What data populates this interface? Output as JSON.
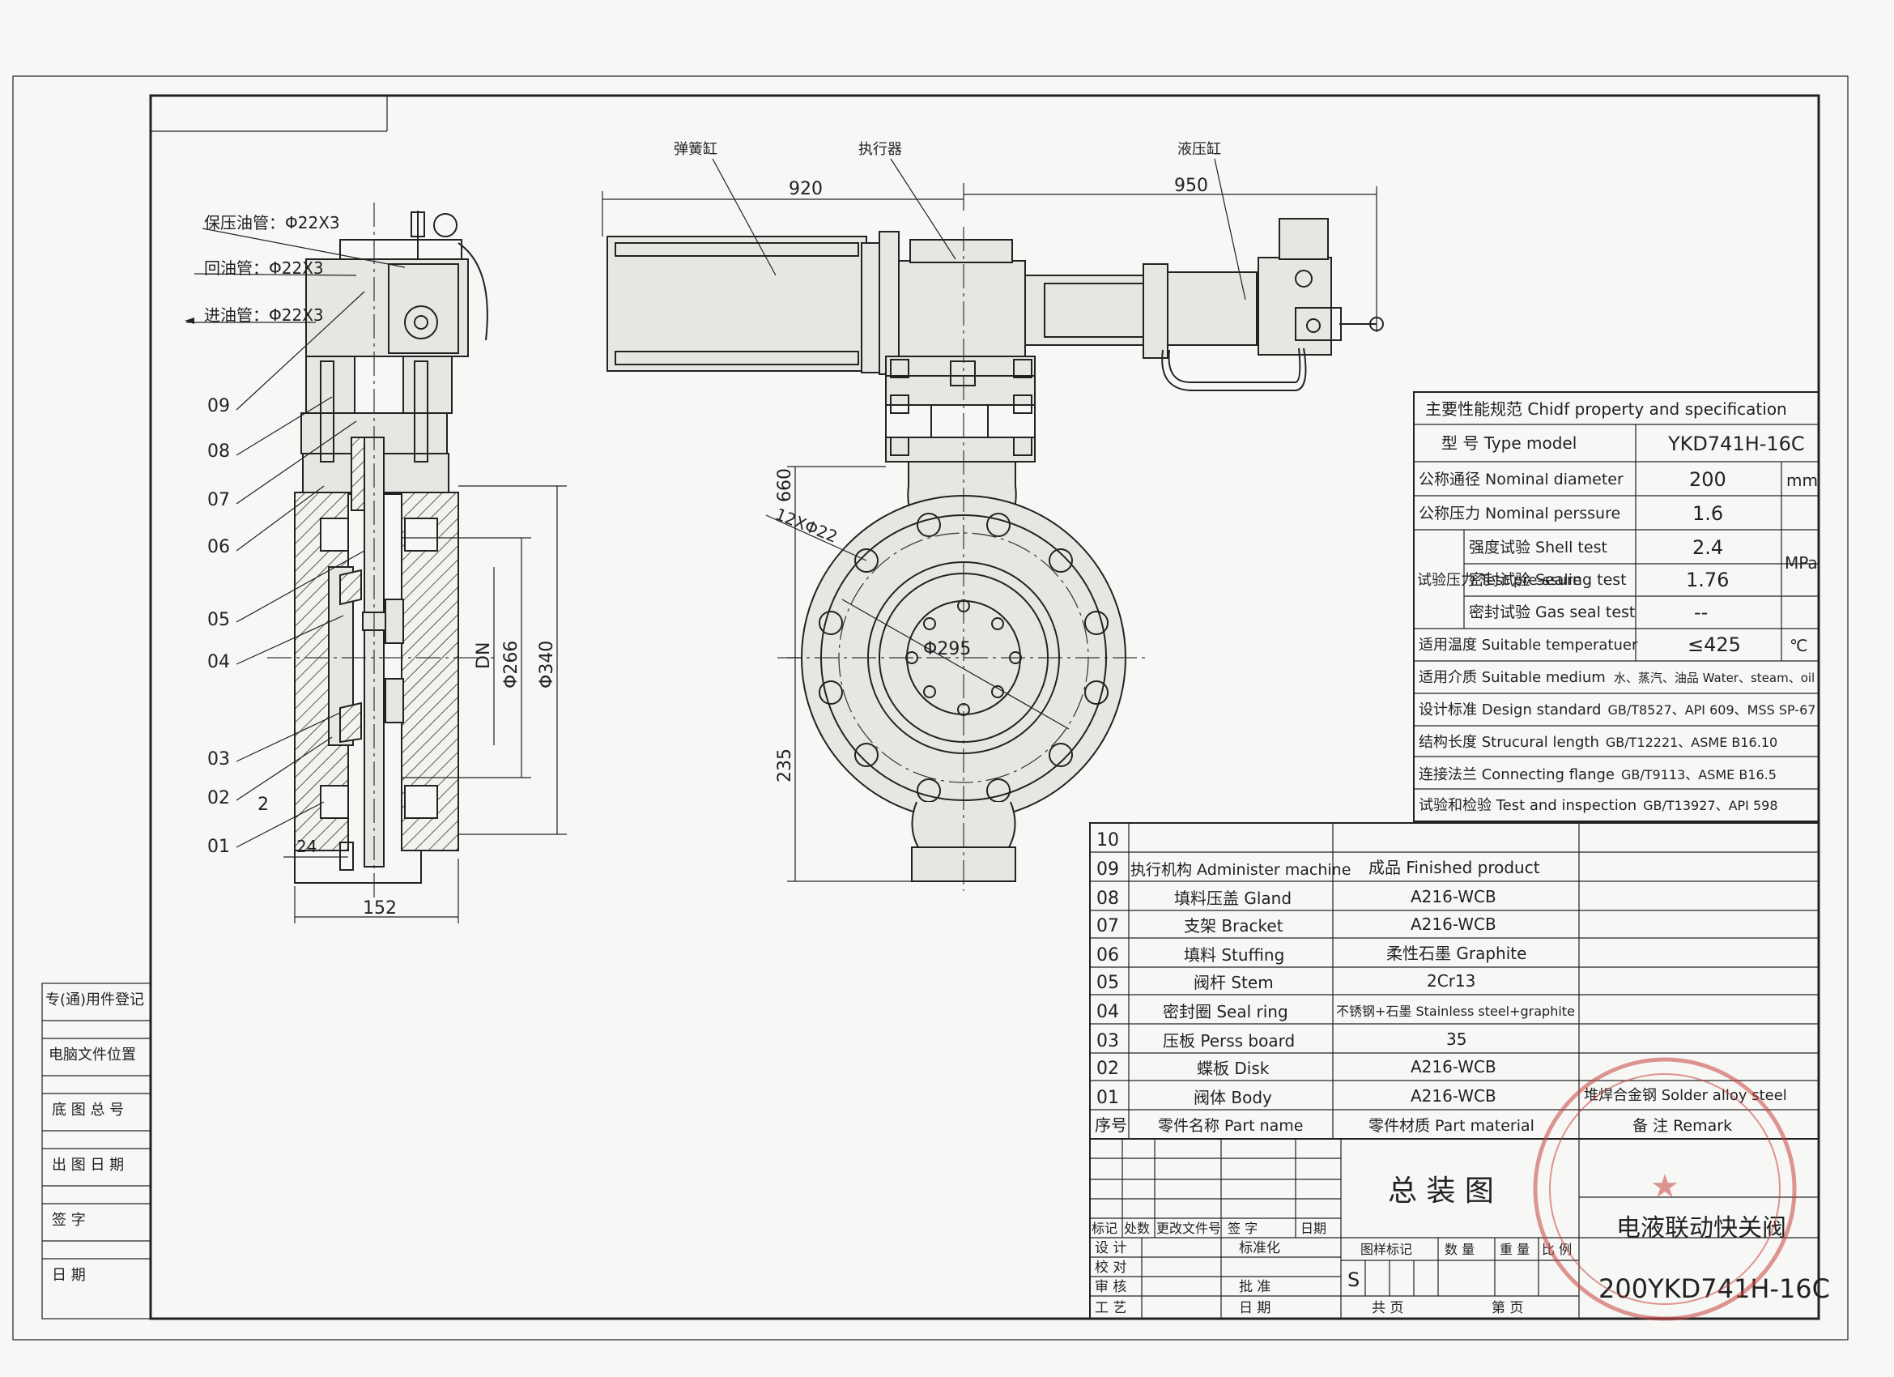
{
  "left_stamps": {
    "items": [
      "专(通)用件登记",
      "电脑文件位置",
      "底 图 总 号",
      "出 图 日 期",
      "签  字",
      "日  期"
    ]
  },
  "left_view": {
    "oil_pipes": [
      "保压油管：Φ22X3",
      "回油管：Φ22X3",
      "进油管：Φ22X3"
    ],
    "part_numbers": [
      "09",
      "08",
      "07",
      "06",
      "05",
      "04",
      "03",
      "02",
      "01"
    ],
    "extra_label": "2",
    "dims": {
      "d340": "Φ340",
      "d266": "Φ266",
      "dn": "DN",
      "w152": "152",
      "w24": "24"
    }
  },
  "front_view": {
    "callouts": {
      "spring": "弹簧缸",
      "actuator": "执行器",
      "hydraulic": "液压缸"
    },
    "dims": {
      "d920": "920",
      "d950": "950",
      "d660": "660",
      "d235": "235",
      "holes": "12XΦ22",
      "pcd": "Φ295"
    }
  },
  "spec": {
    "title": "主要性能规范 Chidf property and specification",
    "type_label": "型 号 Type model",
    "type_value": "YKD741H-16C",
    "rows": [
      {
        "label": "公称通径 Nominal diameter",
        "value": "200",
        "unit": "mm"
      },
      {
        "label": "公称压力 Nominal perssure",
        "value": "1.6",
        "unit": ""
      },
      {
        "label": "强度试验 Shell test",
        "value": "2.4",
        "unit": "MPa"
      },
      {
        "label": "密封试验 Sealing test",
        "value": "1.76",
        "unit": ""
      },
      {
        "label": "密封试验 Gas seal test",
        "value": "--",
        "unit": ""
      },
      {
        "label": "适用温度 Suitable temperatuer",
        "value": "≤425",
        "unit": "℃"
      }
    ],
    "test_pressure_label": "试验压力 Test pre-ssure",
    "long_rows": [
      {
        "label": "适用介质 Suitable medium",
        "value": "水、蒸汽、油品 Water、steam、oil"
      },
      {
        "label": "设计标准 Design standard",
        "value": "GB/T8527、API 609、MSS SP-67"
      },
      {
        "label": "结构长度 Strucural length",
        "value": "GB/T12221、ASME B16.10"
      },
      {
        "label": "连接法兰 Connecting flange",
        "value": "GB/T9113、ASME B16.5"
      },
      {
        "label": "试验和检验 Test and inspection",
        "value": "GB/T13927、API 598"
      }
    ]
  },
  "bom": {
    "rows": [
      {
        "no": "10",
        "name": "",
        "material": "",
        "remark": ""
      },
      {
        "no": "09",
        "name": "执行机构 Administer machine",
        "material": "成品 Finished product",
        "remark": ""
      },
      {
        "no": "08",
        "name": "填料压盖 Gland",
        "material": "A216-WCB",
        "remark": ""
      },
      {
        "no": "07",
        "name": "支架 Bracket",
        "material": "A216-WCB",
        "remark": ""
      },
      {
        "no": "06",
        "name": "填料 Stuffing",
        "material": "柔性石墨 Graphite",
        "remark": ""
      },
      {
        "no": "05",
        "name": "阀杆 Stem",
        "material": "2Cr13",
        "remark": ""
      },
      {
        "no": "04",
        "name": "密封圈 Seal ring",
        "material": "不锈钢+石墨 Stainless steel+graphite",
        "remark": ""
      },
      {
        "no": "03",
        "name": "压板 Perss board",
        "material": "35",
        "remark": ""
      },
      {
        "no": "02",
        "name": "蝶板 Disk",
        "material": "A216-WCB",
        "remark": ""
      },
      {
        "no": "01",
        "name": "阀体 Body",
        "material": "A216-WCB",
        "remark": "堆焊合金钢 Solder alloy steel"
      }
    ],
    "header": {
      "no": "序号",
      "name": "零件名称 Part name",
      "material": "零件材质 Part material",
      "remark": "备  注 Remark"
    }
  },
  "title_block": {
    "drawing_name": "总  装  图",
    "product_name": "电液联动快关阀",
    "drawing_no": "200YKD741H-16C",
    "rev_labels": [
      "标记",
      "处数",
      "更改文件号",
      "签 字",
      "日期"
    ],
    "sign_left": [
      "设 计",
      "校 对",
      "审 核",
      "工 艺"
    ],
    "sign_mid": [
      "标准化",
      "",
      "批 准",
      "日 期"
    ],
    "stage_labels": [
      "图样标记",
      "数 量",
      "重 量",
      "比 例"
    ],
    "stage_mark": "S",
    "sheet_labels": [
      "共    页",
      "第    页"
    ]
  }
}
